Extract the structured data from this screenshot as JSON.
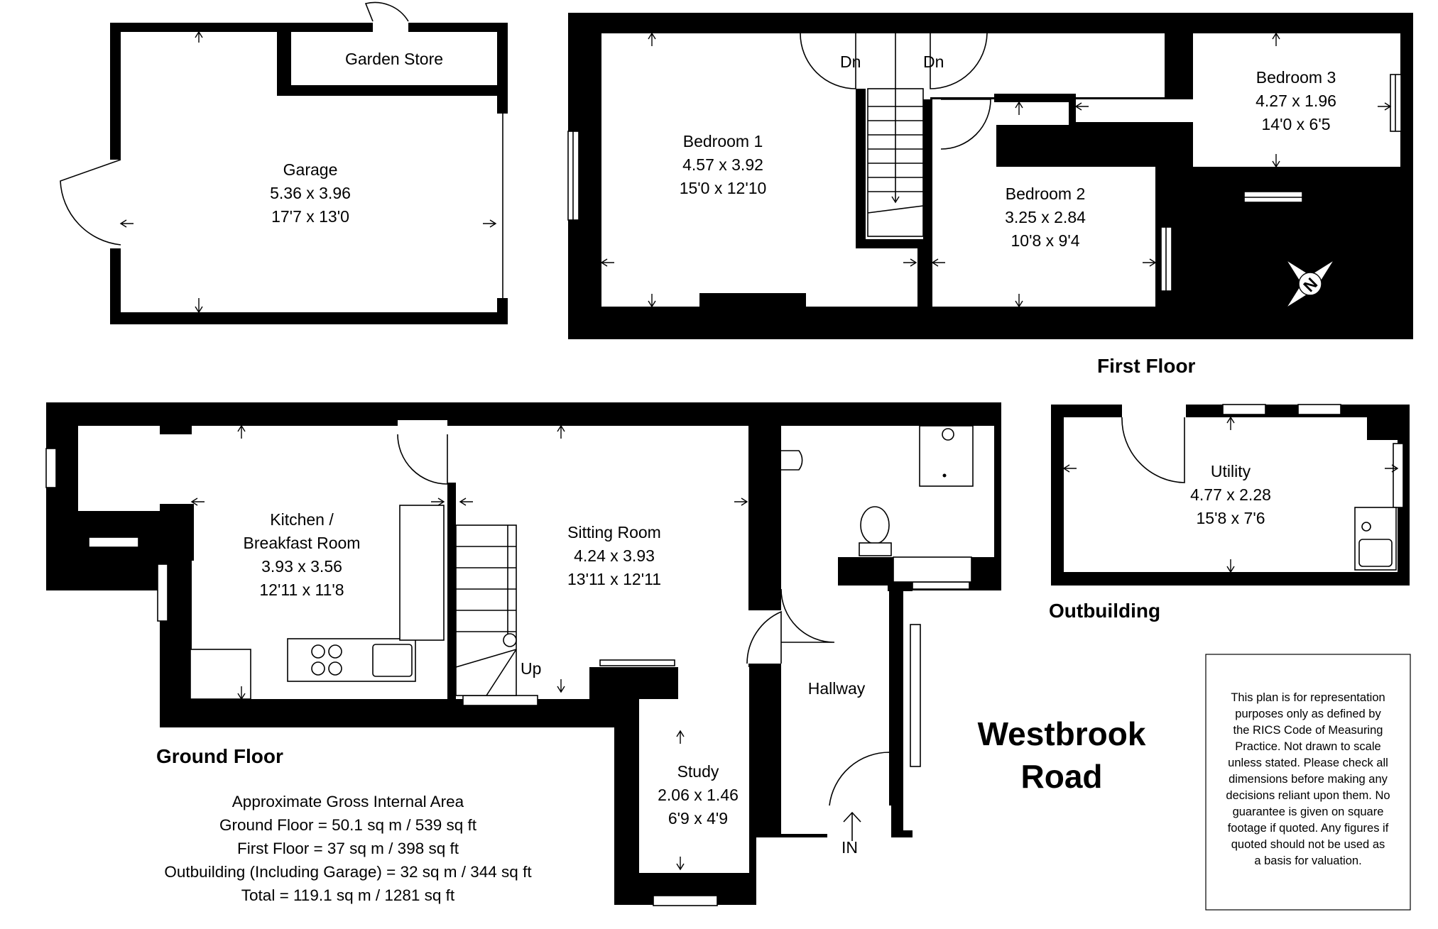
{
  "plan": {
    "floors": {
      "first": "First Floor",
      "ground": "Ground Floor",
      "outbuilding": "Outbuilding"
    },
    "rooms": {
      "garden_store": {
        "name": "Garden Store"
      },
      "garage": {
        "name": "Garage",
        "metric": "5.36 x 3.96",
        "imperial": "17'7 x 13'0"
      },
      "bedroom1": {
        "name": "Bedroom 1",
        "metric": "4.57 x 3.92",
        "imperial": "15'0 x 12'10"
      },
      "bedroom2": {
        "name": "Bedroom 2",
        "metric": "3.25 x 2.84",
        "imperial": "10'8 x 9'4"
      },
      "bedroom3": {
        "name": "Bedroom 3",
        "metric": "4.27 x 1.96",
        "imperial": "14'0 x 6'5"
      },
      "kitchen": {
        "name_line1": "Kitchen /",
        "name_line2": "Breakfast Room",
        "metric": "3.93 x 3.56",
        "imperial": "12'11 x 11'8"
      },
      "sitting": {
        "name": "Sitting Room",
        "metric": "4.24 x 3.93",
        "imperial": "13'11 x 12'11"
      },
      "study": {
        "name": "Study",
        "metric": "2.06 x 1.46",
        "imperial": "6'9 x 4'9"
      },
      "hallway": {
        "name": "Hallway"
      },
      "utility": {
        "name": "Utility",
        "metric": "4.77 x 2.28",
        "imperial": "15'8 x 7'6"
      }
    },
    "stair_labels": {
      "down_left": "Dn",
      "down_right": "Dn",
      "up": "Up"
    },
    "entrance": "IN",
    "road": {
      "line1": "Westbrook",
      "line2": "Road"
    },
    "area_summary": {
      "title": "Approximate Gross Internal Area",
      "ground": "Ground Floor = 50.1 sq m / 539 sq ft",
      "first": "First Floor = 37 sq m / 398 sq ft",
      "outbuilding": "Outbuilding (Including Garage) = 32 sq m / 344 sq ft",
      "total": "Total = 119.1 sq m / 1281 sq ft"
    },
    "disclaimer": [
      "This plan is for representation",
      "purposes only as defined by",
      "the RICS Code of Measuring",
      "Practice. Not drawn to scale",
      "unless stated. Please check all",
      "dimensions before making any",
      "decisions reliant upon them. No",
      "guarantee is given on square",
      "footage if quoted. Any figures if",
      "quoted should not be used as",
      "a basis for valuation."
    ],
    "compass": {
      "label": "N",
      "icon": "compass-icon"
    }
  }
}
